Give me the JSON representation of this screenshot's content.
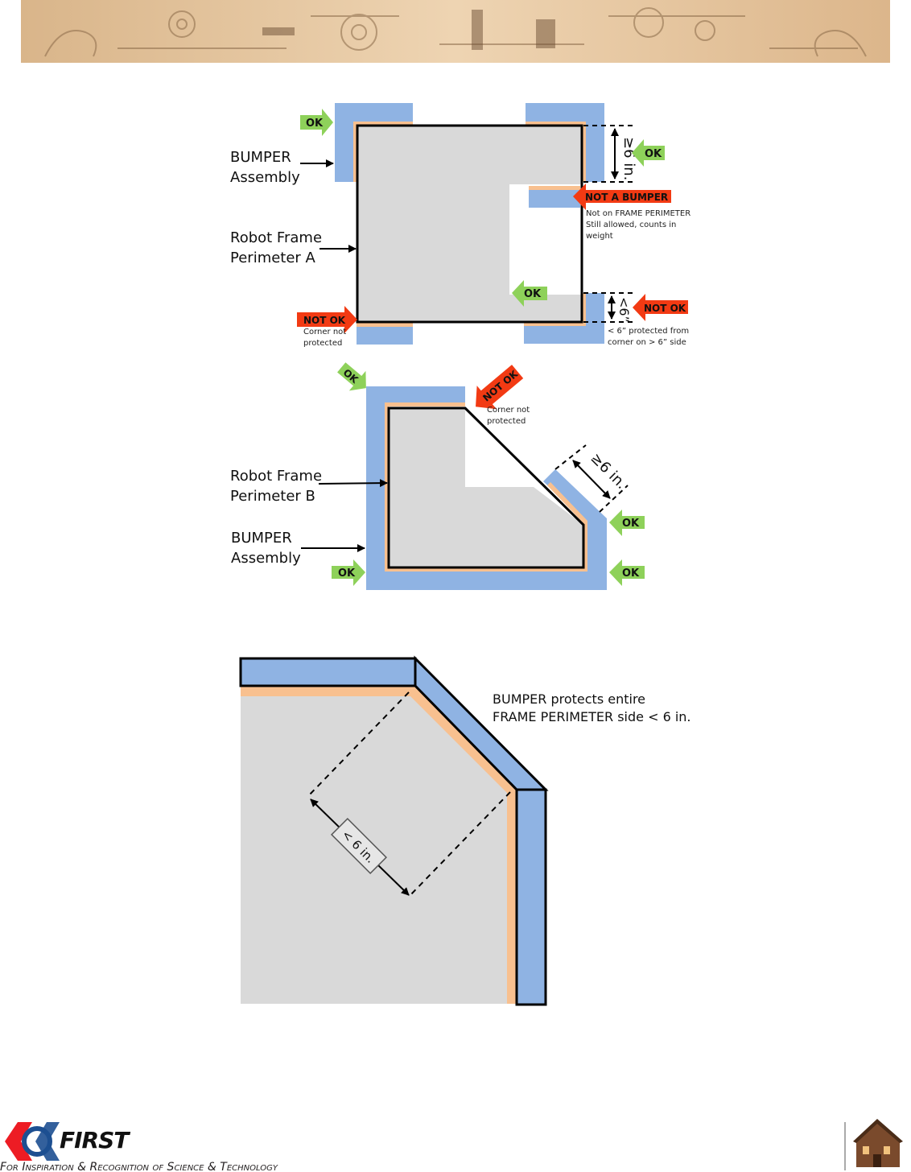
{
  "colors": {
    "bumper_blue": "#8fb3e3",
    "bumper_orange": "#f8c08f",
    "robot_gray": "#d9d9d9",
    "ok_green": "#8ed15a",
    "notok_red": "#f23a13",
    "banner_tan": "#e7c7a1"
  },
  "diagram_a": {
    "bumper_label": [
      "BUMPER",
      "Assembly"
    ],
    "frame_label": [
      "Robot Frame",
      "Perimeter A"
    ],
    "ok": "OK",
    "not_ok": "NOT OK",
    "corner_not_protected": [
      "Corner not",
      "protected"
    ],
    "not_a_bumper": "NOT A BUMPER",
    "not_a_bumper_note": [
      "Not on FRAME PERIMETER",
      "Still allowed, counts in",
      "weight"
    ],
    "dim_top": "≥6 in.",
    "dim_bottom": "<6”",
    "protected_note": [
      "< 6” protected from",
      "corner on > 6” side"
    ]
  },
  "diagram_b": {
    "frame_label": [
      "Robot Frame",
      "Perimeter B"
    ],
    "bumper_label": [
      "BUMPER",
      "Assembly"
    ],
    "ok": "OK",
    "not_ok": "NOT OK",
    "corner_not_protected": [
      "Corner not",
      "protected"
    ],
    "dim": "≥6 in."
  },
  "diagram_c": {
    "note": [
      "BUMPER protects entire",
      "FRAME PERIMETER side < 6 in."
    ],
    "dim": "< 6 in."
  },
  "footer": {
    "logo_text": "FIRST",
    "tagline": "For Inspiration & Recognition of Science & Technology",
    "icon": "house-icon"
  }
}
